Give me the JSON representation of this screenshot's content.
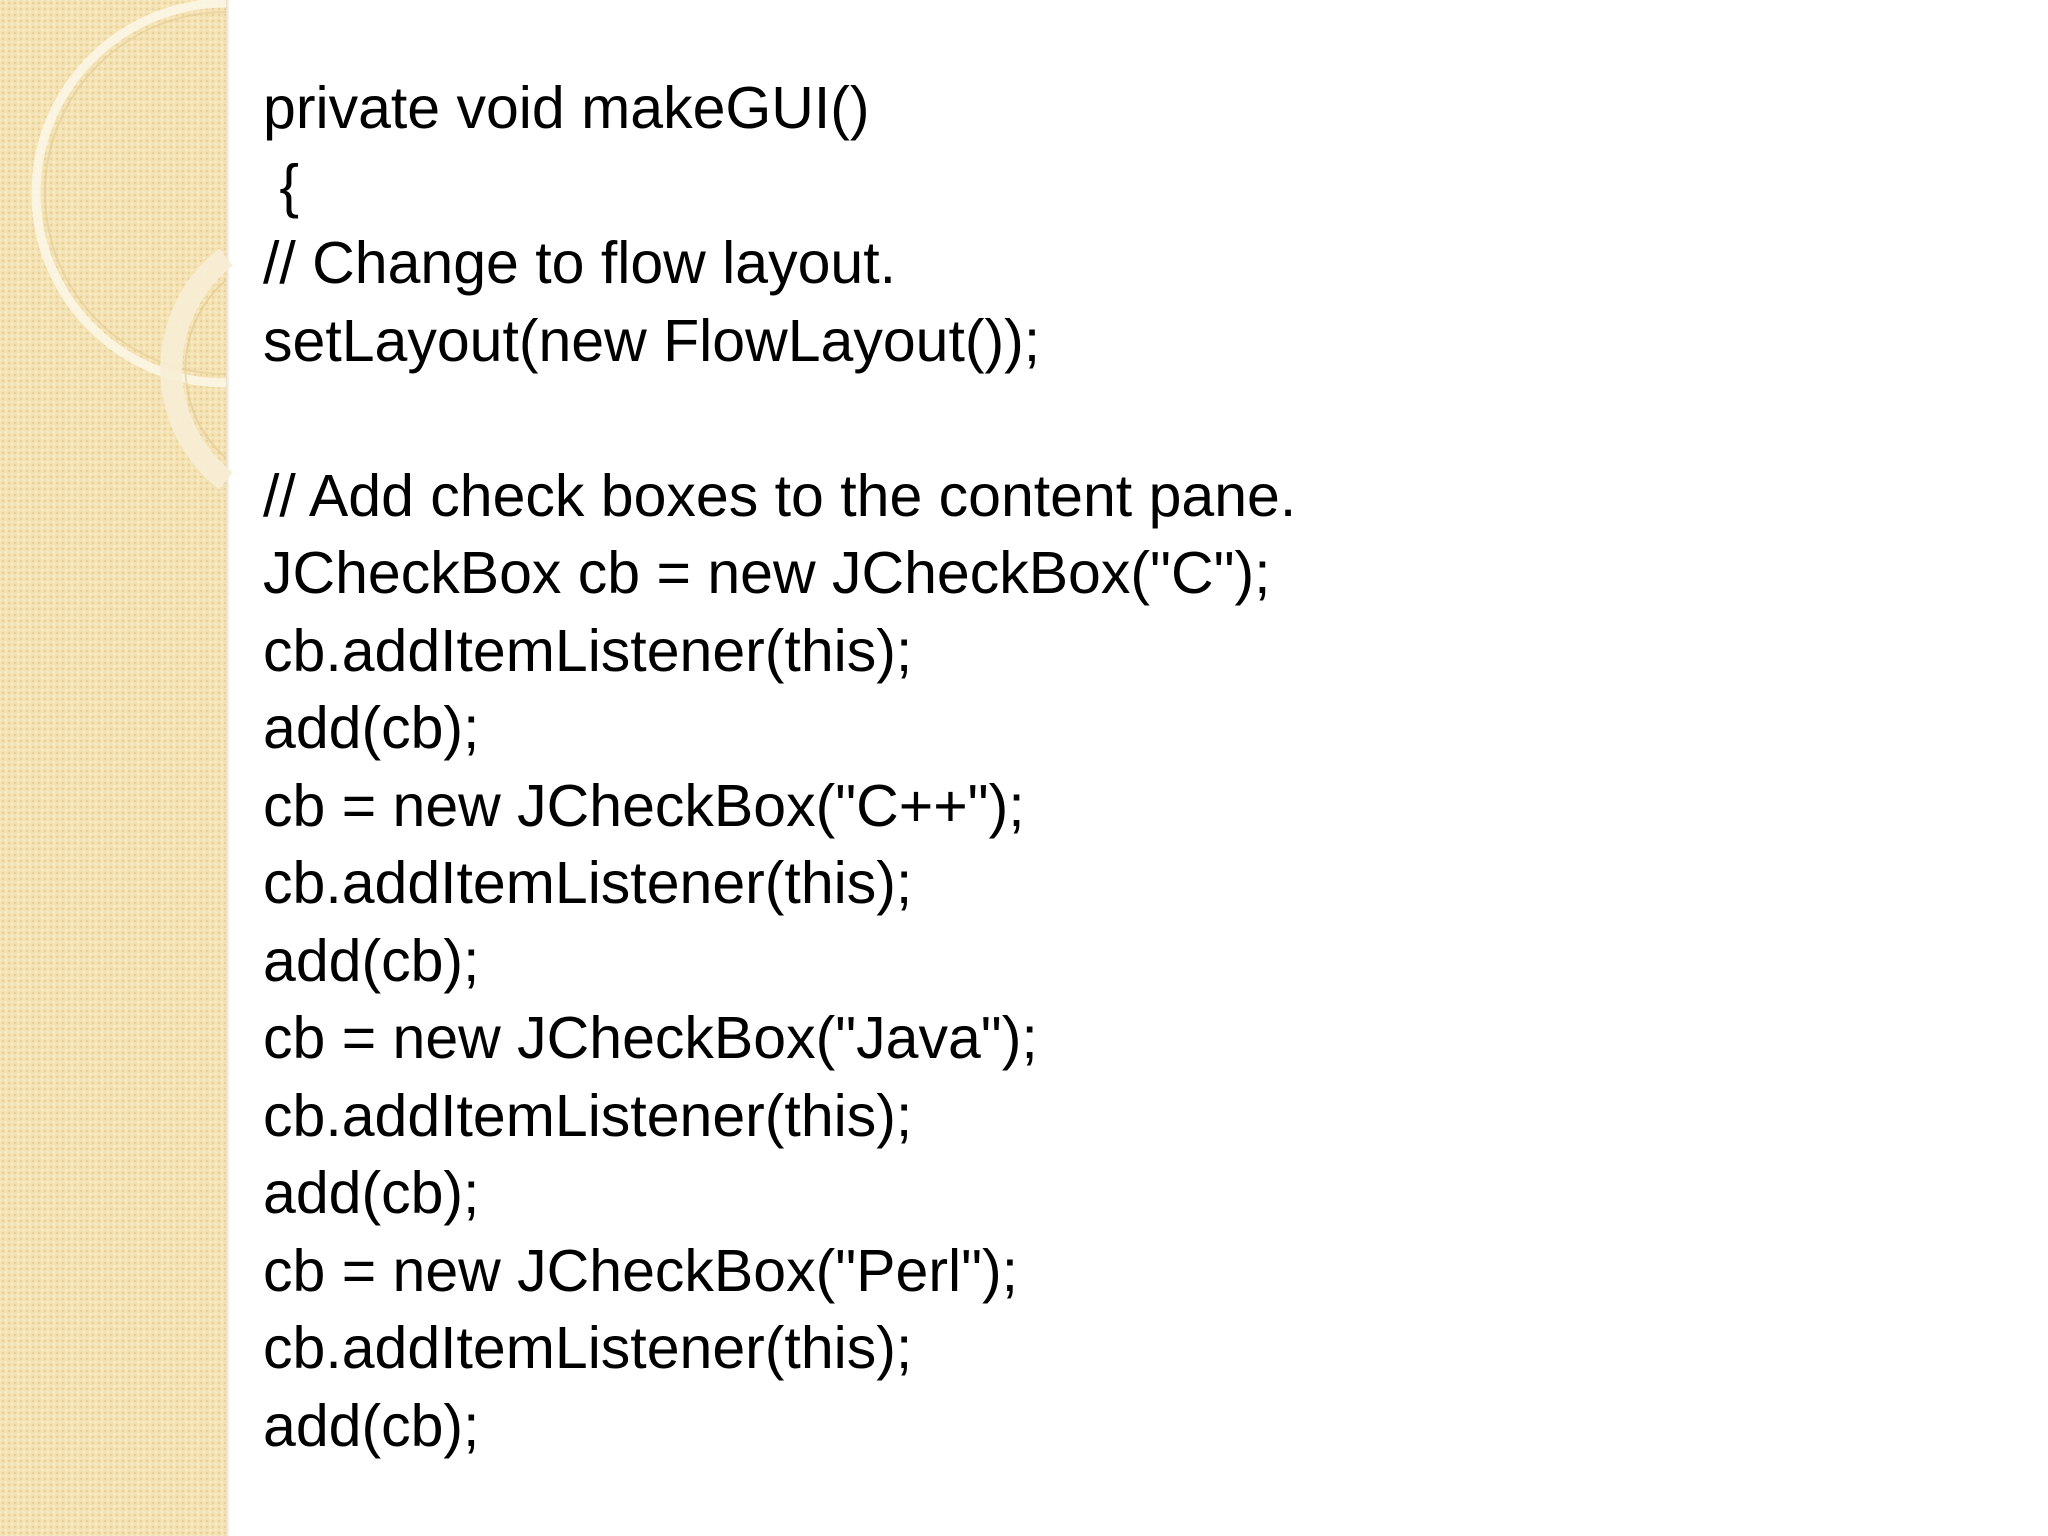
{
  "slide": {
    "code_lines": [
      "private void makeGUI()",
      " {",
      "// Change to flow layout.",
      "setLayout(new FlowLayout());",
      "",
      "// Add check boxes to the content pane.",
      "JCheckBox cb = new JCheckBox(\"C\");",
      "cb.addItemListener(this);",
      "add(cb);",
      "cb = new JCheckBox(\"C++\");",
      "cb.addItemListener(this);",
      "add(cb);",
      "cb = new JCheckBox(\"Java\");",
      "cb.addItemListener(this);",
      "add(cb);",
      "cb = new JCheckBox(\"Perl\");",
      "cb.addItemListener(this);",
      "add(cb);"
    ]
  },
  "theme": {
    "band_color": "#f4e2b3",
    "ring_color": "#fbf6e6",
    "text_color": "#000000"
  }
}
